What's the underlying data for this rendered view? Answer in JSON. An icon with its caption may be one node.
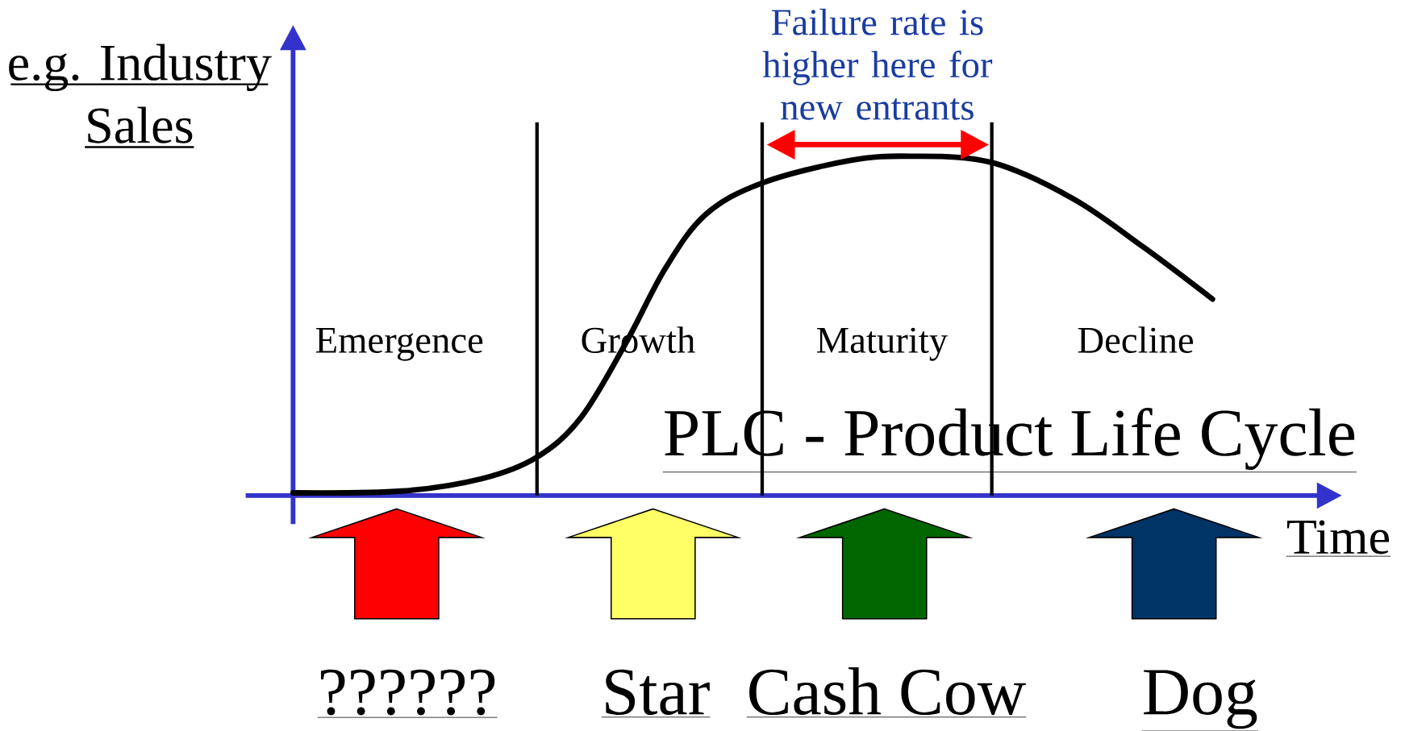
{
  "diagram": {
    "title": "PLC - Product Life Cycle",
    "labels": [
      "e.g. Industry Sales",
      "Failure rate is higher here for new entrants",
      "Emergence",
      "Growth",
      "Maturity",
      "Decline",
      "Time",
      "??????",
      "Star",
      "Cash Cow",
      "Dog"
    ]
  }
}
